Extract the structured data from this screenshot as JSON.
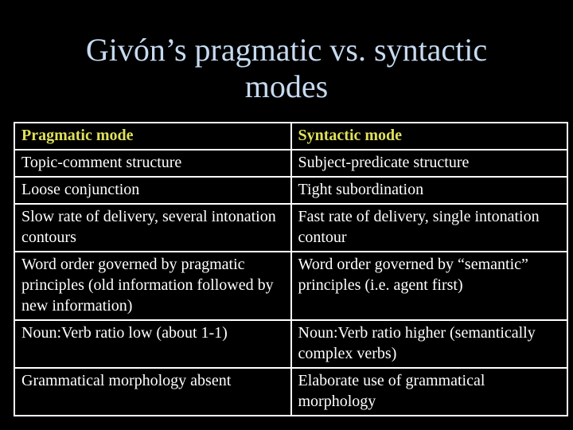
{
  "slide": {
    "title": "Givón’s pragmatic vs. syntactic modes",
    "colors": {
      "background": "#000000",
      "title_text": "#C6DAF0",
      "header_text": "#E0E05C",
      "body_text": "#FFFFFF",
      "table_border": "#FFFFFF"
    }
  },
  "table": {
    "headers": [
      "Pragmatic mode",
      "Syntactic mode"
    ],
    "rows": [
      [
        "Topic-comment structure",
        "Subject-predicate structure"
      ],
      [
        "Loose conjunction",
        "Tight subordination"
      ],
      [
        "Slow rate of delivery, several intonation contours",
        "Fast rate of delivery, single intonation contour"
      ],
      [
        "Word order governed by pragmatic principles (old information followed by new information)",
        "Word order governed by “semantic” principles (i.e. agent first)"
      ],
      [
        "Noun:Verb ratio low (about 1-1)",
        "Noun:Verb ratio higher (semantically complex verbs)"
      ],
      [
        "Grammatical morphology absent",
        "Elaborate use of grammatical morphology"
      ]
    ]
  }
}
